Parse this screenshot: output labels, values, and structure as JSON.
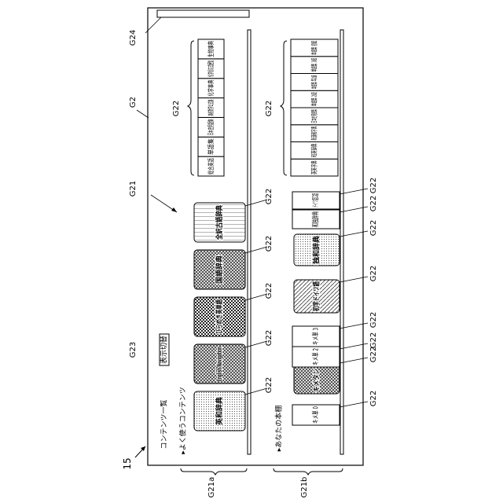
{
  "figure_number": "15",
  "screen_ref": "G2",
  "search_bar_ref": "G24",
  "switch_button_ref": "G23",
  "shelf_group_ref": "G21",
  "item_ref": "G22",
  "upper_group_label": "G21a",
  "lower_group_label": "G21b",
  "header": {
    "title": "コンテンツ一覧",
    "favorites_heading": "▸よく使うコンテンツ",
    "my_shelf_heading": "▸あなたの本棚",
    "switch_button": "表示切替"
  },
  "favorites": [
    {
      "label": "英和辞典",
      "pattern": "dots"
    },
    {
      "label": "English Navigation",
      "pattern": "cross"
    },
    {
      "label": "ひらめき英単語",
      "pattern": "checker"
    },
    {
      "label": "国語辞典",
      "pattern": "cross"
    },
    {
      "label": "全訳古語辞典",
      "pattern": "stripes"
    }
  ],
  "favorites_shelf_spines": [
    "総合英語",
    "単語集",
    "日本史用語集",
    "高校数学公式集",
    "化学事典",
    "化学反応式便覧",
    "生物事典"
  ],
  "my_books": [
    {
      "label": "キメ単 0",
      "kind": "spine"
    },
    {
      "label": "キメタン 1",
      "kind": "cross"
    },
    {
      "label": "キメ単 2",
      "kind": "spine"
    },
    {
      "label": "キメ単 3",
      "kind": "spine"
    },
    {
      "label": "初学ドイツ語",
      "kind": "diag"
    },
    {
      "label": "独和辞典",
      "kind": "dots"
    },
    {
      "label": "和独辞典",
      "kind": "spine"
    },
    {
      "label": "ドイツ語口語",
      "kind": "spine"
    }
  ],
  "my_shelf_spines": [
    "英英字典",
    "和英辞典",
    "新漢和字典",
    "日本史用語集",
    "単語集 2級",
    "単語集 準2級",
    "単語集 3級",
    "単語集 初級"
  ]
}
